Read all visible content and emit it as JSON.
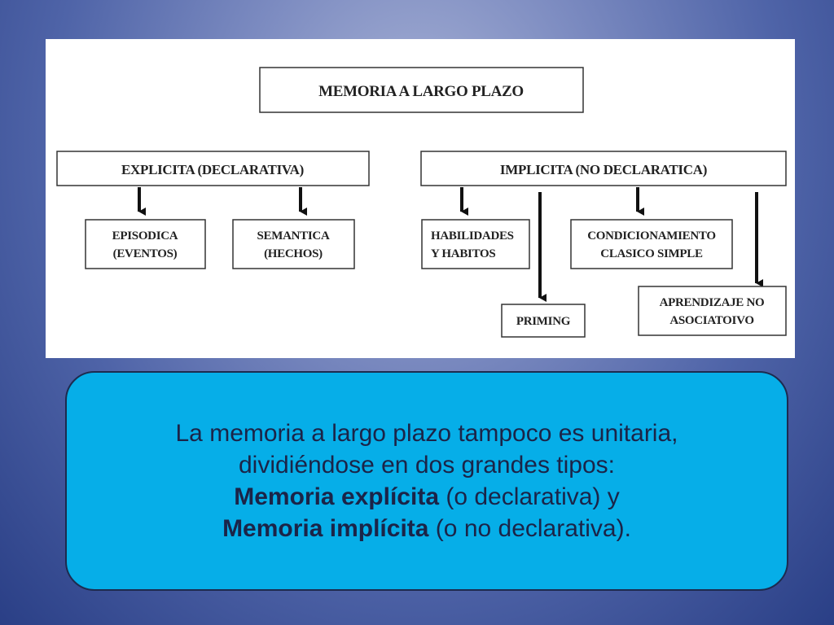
{
  "diagram": {
    "root": "MEMORIA A LARGO PLAZO",
    "explicit": {
      "title": "EXPLICITA (DECLARATIVA)",
      "episodic": [
        "EPISODICA",
        "(EVENTOS)"
      ],
      "semantic": [
        "SEMANTICA",
        "(HECHOS)"
      ]
    },
    "implicit": {
      "title": "IMPLICITA (NO DECLARATICA)",
      "skills": [
        "HABILIDADES",
        "Y HABITOS"
      ],
      "conditioning": [
        "CONDICIONAMIENTO",
        "CLASICO SIMPLE"
      ],
      "priming": "PRIMING",
      "nonassociative": [
        "APRENDIZAJE NO",
        "ASOCIATOIVO"
      ]
    }
  },
  "caption": {
    "line1": "La memoria a largo plazo tampoco es unitaria,",
    "line2": "dividiéndose en dos grandes tipos:",
    "line3_bold": "Memoria explícita",
    "line3_rest": " (o declarativa) y",
    "line4_bold": "Memoria implícita",
    "line4_rest": " (o no declarativa)."
  }
}
